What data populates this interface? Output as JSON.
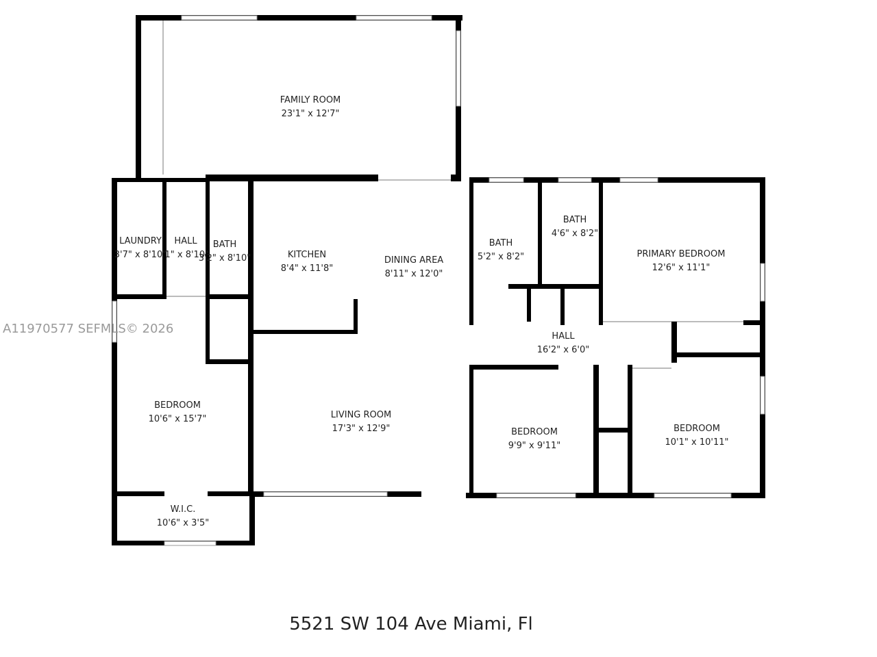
{
  "watermark": "A11970577  SEFMLS© 2026",
  "address": "5521 SW 104 Ave Miami, Fl",
  "rooms": [
    {
      "name": "FAMILY ROOM",
      "dims": "23'1\" x 12'7\""
    },
    {
      "name": "LAUNDRY",
      "dims": "3'7\" x 8'10\""
    },
    {
      "name": "HALL",
      "dims": "'1\" x 8'10\""
    },
    {
      "name": "BATH",
      "dims": "3'2\" x 8'10\""
    },
    {
      "name": "KITCHEN",
      "dims": "8'4\" x 11'8\""
    },
    {
      "name": "DINING AREA",
      "dims": "8'11\" x 12'0\""
    },
    {
      "name": "BATH",
      "dims": "5'2\" x 8'2\""
    },
    {
      "name": "BATH",
      "dims": "4'6\" x 8'2\""
    },
    {
      "name": "PRIMARY BEDROOM",
      "dims": "12'6\" x 11'1\""
    },
    {
      "name": "HALL",
      "dims": "16'2\" x 6'0\""
    },
    {
      "name": "BEDROOM",
      "dims": "10'6\" x 15'7\""
    },
    {
      "name": "LIVING ROOM",
      "dims": "17'3\" x 12'9\""
    },
    {
      "name": "BEDROOM",
      "dims": "9'9\" x 9'11\""
    },
    {
      "name": "BEDROOM",
      "dims": "10'1\" x 10'11\""
    },
    {
      "name": "W.I.C.",
      "dims": "10'6\" x 3'5\""
    }
  ]
}
